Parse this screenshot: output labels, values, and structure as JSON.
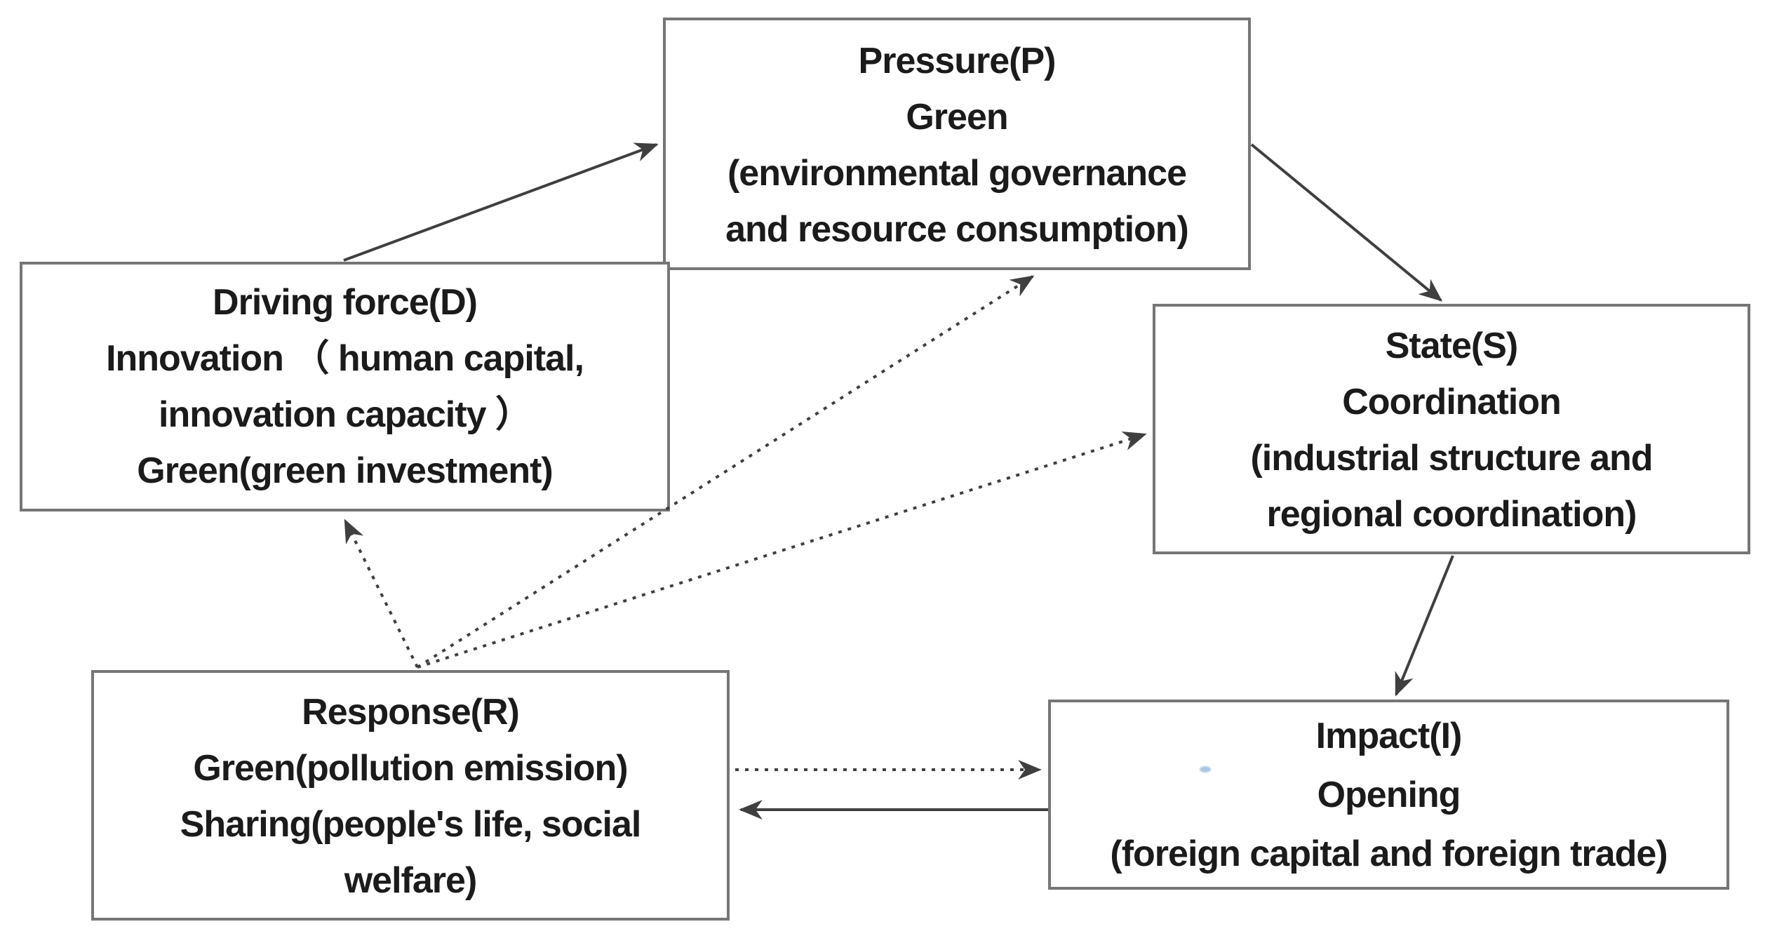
{
  "diagram_type": "DPSIR framework diagram",
  "boxes": {
    "pressure": {
      "lines": [
        "Pressure(P)",
        "Green",
        "(environmental governance",
        "and resource consumption)"
      ]
    },
    "driving_force": {
      "lines": [
        "Driving force(D)",
        "Innovation （ human capital,",
        "innovation capacity ）",
        "Green(green investment)"
      ]
    },
    "state": {
      "lines": [
        "State(S)",
        "Coordination",
        "(industrial structure and",
        "regional coordination)"
      ]
    },
    "response": {
      "lines": [
        "Response(R)",
        "Green(pollution emission)",
        "Sharing(people's life, social",
        "welfare)"
      ]
    },
    "impact": {
      "lines": [
        "Impact(I)",
        "Opening",
        "(foreign capital and foreign trade)"
      ]
    }
  },
  "edges": [
    {
      "from": "Driving force(D)",
      "to": "Pressure(P)",
      "style": "solid"
    },
    {
      "from": "Pressure(P)",
      "to": "State(S)",
      "style": "solid"
    },
    {
      "from": "State(S)",
      "to": "Impact(I)",
      "style": "solid"
    },
    {
      "from": "Impact(I)",
      "to": "Response(R)",
      "style": "solid"
    },
    {
      "from": "Response(R)",
      "to": "Impact(I)",
      "style": "dashed"
    },
    {
      "from": "Response(R)",
      "to": "Driving force(D)",
      "style": "dashed"
    },
    {
      "from": "Response(R)",
      "to": "Pressure(P)",
      "style": "dashed"
    },
    {
      "from": "Response(R)",
      "to": "State(S)",
      "style": "dashed"
    }
  ],
  "colors": {
    "background": "#ffffff",
    "box_border": "#767676",
    "arrow": "#3f3f3f",
    "text": "#1b1b1b",
    "artifact_dot": "#a9c6e4"
  }
}
